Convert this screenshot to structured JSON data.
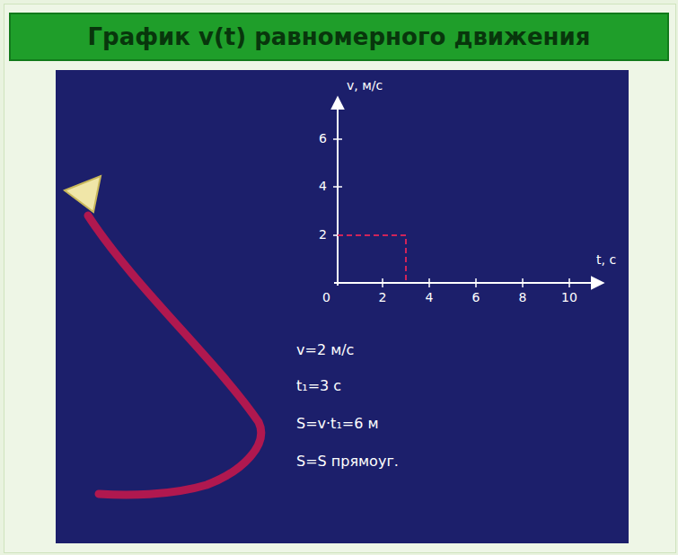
{
  "diagram": {
    "title": "График v(t) равномерного движения",
    "labels": [
      "v, м/с",
      "6",
      "4",
      "2",
      "0",
      "2",
      "4",
      "6",
      "8",
      "10",
      "t, с",
      "v=2 м/с",
      "t₁=3 с",
      "S=v·t₁=6 м",
      "S=S прямоуг."
    ]
  }
}
